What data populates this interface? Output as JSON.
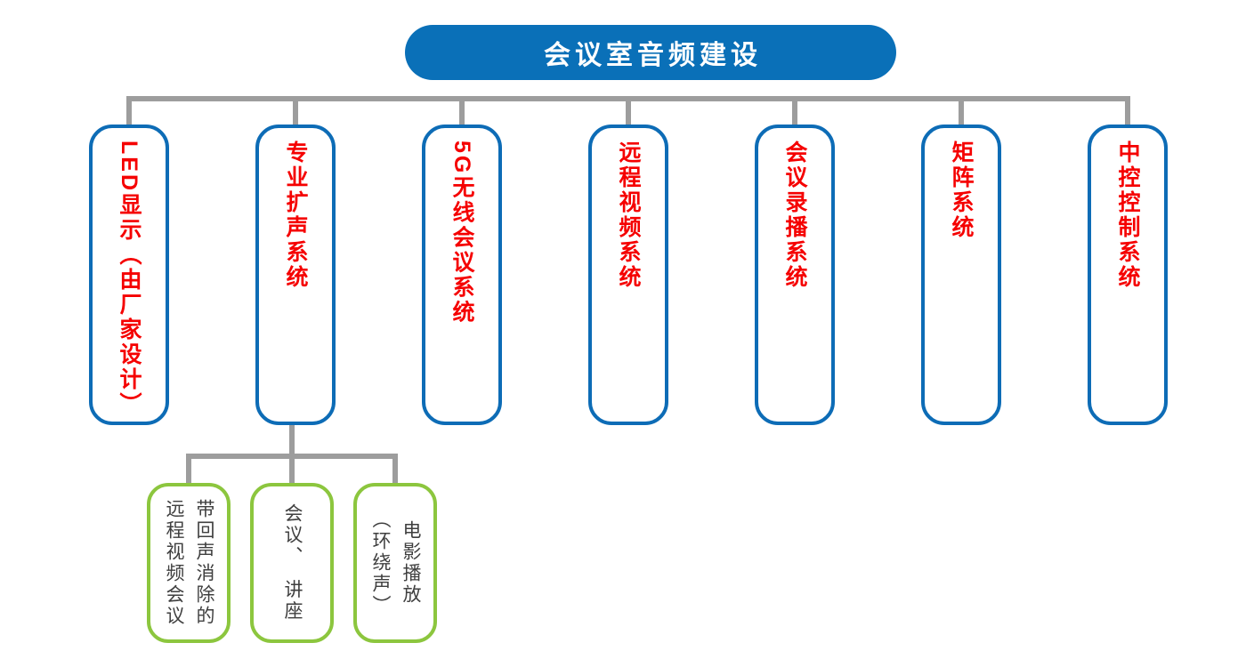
{
  "diagram_title": "会议室音频建设",
  "colors": {
    "root_fill": "#0a70b8",
    "node_border_blue": "#0d6cb6",
    "node_text_red": "#f50000",
    "leaf_border_green": "#8cc63e",
    "leaf_text": "#3f3f3f",
    "connector_gray": "#9d9d9d",
    "background": "#ffffff"
  },
  "root": {
    "label": "会议室音频建设"
  },
  "level1": [
    {
      "label": "LED显示（由厂家设计）"
    },
    {
      "label": "专业扩声系统"
    },
    {
      "label": "5G无线会议系统"
    },
    {
      "label": "远程视频系统"
    },
    {
      "label": "会议录播系统"
    },
    {
      "label": "矩阵系统"
    },
    {
      "label": "中控控制系统"
    }
  ],
  "level2_parent": "专业扩声系统",
  "level2": [
    {
      "columns": [
        "带回声消除的",
        "远程视频会议"
      ]
    },
    {
      "columns": [
        "会议、　讲座"
      ]
    },
    {
      "columns": [
        "电影播放",
        "（环绕声）"
      ]
    }
  ]
}
